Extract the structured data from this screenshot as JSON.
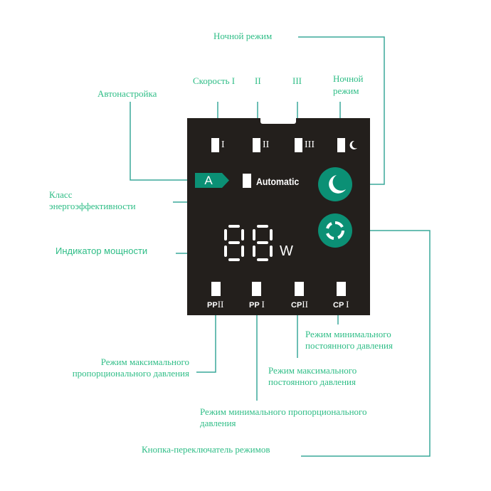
{
  "colors": {
    "accent_text": "#2ebd86",
    "line": "#3aa89a",
    "panel_bg": "#231f1c",
    "button_bg": "#0b9075",
    "indicator": "#ffffff"
  },
  "callouts": {
    "night_mode_top": "Ночной режим",
    "speed_1": "Скорость I",
    "speed_2": "II",
    "speed_3": "III",
    "night_mode_line1": "Ночной",
    "night_mode_line2": "режим",
    "auto_tuning": "Автонастройка",
    "energy_class_line1": "Класс",
    "energy_class_line2": "энергоэффективности",
    "power_indicator": "Индикатор мощности",
    "max_prop_line1": "Режим максимального",
    "max_prop_line2": "пропорционального давления",
    "min_prop_line1": "Режим минимального пропорционального",
    "min_prop_line2": "давления",
    "max_const_line1": "Режим максимального",
    "max_const_line2": "постоянного давления",
    "min_const_line1": "Режим минимального",
    "min_const_line2": "постоянного давления",
    "mode_switch": "Кнопка-переключатель режимов"
  },
  "panel": {
    "speed_labels": [
      "I",
      "II",
      "III"
    ],
    "night_icon": "crescent-moon-icon",
    "energy_class": "A",
    "automatic_label": "Automatic",
    "power_digits": "88",
    "power_unit": "W",
    "night_button_icon": "moon-icon",
    "mode_button_icon": "cycle-arrows-icon",
    "modes": [
      {
        "prefix": "PP",
        "roman": "II"
      },
      {
        "prefix": "PP",
        "roman": "I"
      },
      {
        "prefix": "CP",
        "roman": "II"
      },
      {
        "prefix": "CP",
        "roman": "I"
      }
    ]
  }
}
